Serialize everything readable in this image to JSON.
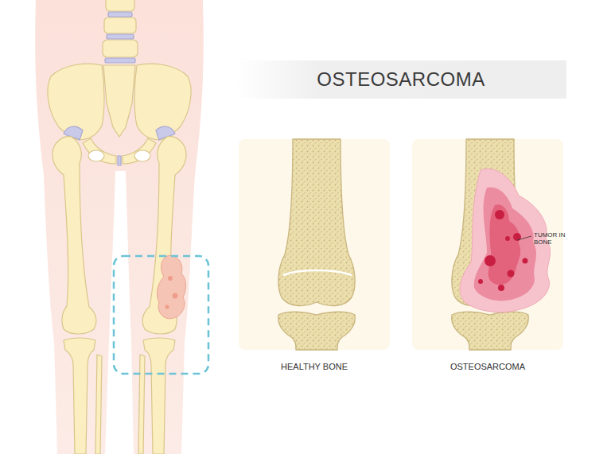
{
  "diagram": {
    "title": "OSTEOSARCOMA",
    "labels": [
      "HEALTHY BONE",
      "OSTEOSARCOMA",
      "TUMOR IN BONE"
    ]
  }
}
